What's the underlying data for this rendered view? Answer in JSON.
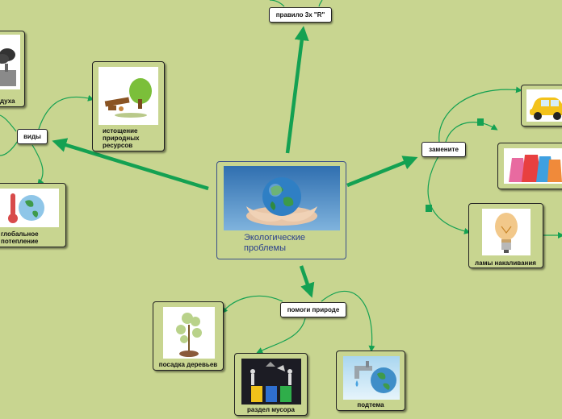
{
  "central": {
    "title_line1": "Экологические",
    "title_line2": "проблемы",
    "image": "earth-in-hands"
  },
  "topics": {
    "vidy": "виды",
    "rule3r": "правило 3х \"R\"",
    "zamenite": "замените",
    "pomogi": "помоги природе"
  },
  "cards": {
    "air": {
      "caption": "здуха",
      "image": "factory-smoke"
    },
    "depletion": {
      "caption_l1": "истощение",
      "caption_l2": "природных",
      "caption_l3": "ресурсов",
      "image": "cut-tree"
    },
    "warming": {
      "caption_l1": "глобальное",
      "caption_l2": "потепление",
      "image": "thermometer-earth"
    },
    "car": {
      "image": "yellow-car"
    },
    "bags": {
      "image": "plastic-bags"
    },
    "lamp": {
      "caption": "ламы накаливания",
      "image": "light-bulb"
    },
    "trees": {
      "caption": "посадка деревьев",
      "image": "sprout"
    },
    "sorting": {
      "caption": "раздел мусора",
      "image": "recycling-bins"
    },
    "water": {
      "caption": "подтема",
      "image": "water-tap-earth"
    }
  },
  "colors": {
    "background": "#c8d590",
    "connector": "#1aa85a",
    "central_text": "#2a3f8c"
  }
}
